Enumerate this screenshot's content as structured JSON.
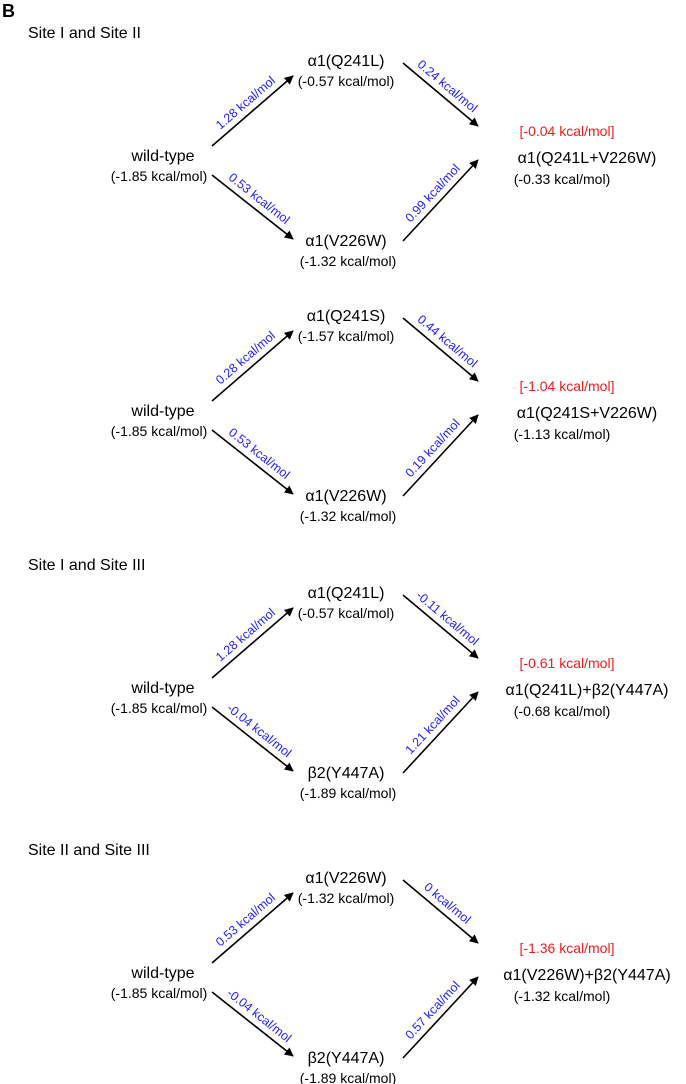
{
  "panel_letter": "B",
  "colors": {
    "edge_text": "#1f1fff",
    "coupling_text": "#ee1c1c",
    "arrow": "#000000",
    "text": "#000000"
  },
  "cycles": [
    {
      "header": "Site I and Site II",
      "start": {
        "name": "wild-type",
        "energy": "(-1.85 kcal/mol)"
      },
      "top": {
        "name": "α1(Q241L)",
        "energy": "(-0.57 kcal/mol)"
      },
      "bottom": {
        "name": "α1(V226W)",
        "energy": "(-1.32 kcal/mol)"
      },
      "end": {
        "name": "α1(Q241L+V226W)",
        "energy": "(-0.33 kcal/mol)",
        "coupling": "[-0.04 kcal/mol]"
      },
      "edges": {
        "start_top": "1.28 kcal/mol",
        "start_bottom": "0.53 kcal/mol",
        "top_end": "0.24 kcal/mol",
        "bottom_end": "0.99 kcal/mol"
      }
    },
    {
      "header": "",
      "start": {
        "name": "wild-type",
        "energy": "(-1.85 kcal/mol)"
      },
      "top": {
        "name": "α1(Q241S)",
        "energy": "(-1.57 kcal/mol)"
      },
      "bottom": {
        "name": "α1(V226W)",
        "energy": "(-1.32 kcal/mol)"
      },
      "end": {
        "name": "α1(Q241S+V226W)",
        "energy": "(-1.13 kcal/mol)",
        "coupling": "[-1.04 kcal/mol]"
      },
      "edges": {
        "start_top": "0.28 kcal/mol",
        "start_bottom": "0.53 kcal/mol",
        "top_end": "0.44 kcal/mol",
        "bottom_end": "0.19 kcal/mol"
      }
    },
    {
      "header": "Site I and Site III",
      "start": {
        "name": "wild-type",
        "energy": "(-1.85 kcal/mol)"
      },
      "top": {
        "name": "α1(Q241L)",
        "energy": "(-0.57 kcal/mol)"
      },
      "bottom": {
        "name": "β2(Y447A)",
        "energy": "(-1.89 kcal/mol)"
      },
      "end": {
        "name": "α1(Q241L)+β2(Y447A)",
        "energy": "(-0.68 kcal/mol)",
        "coupling": "[-0.61 kcal/mol]"
      },
      "edges": {
        "start_top": "1.28 kcal/mol",
        "start_bottom": "-0.04 kcal/mol",
        "top_end": "-0.11 kcal/mol",
        "bottom_end": "1.21 kcal/mol"
      }
    },
    {
      "header": "Site II and Site III",
      "start": {
        "name": "wild-type",
        "energy": "(-1.85 kcal/mol)"
      },
      "top": {
        "name": "α1(V226W)",
        "energy": "(-1.32 kcal/mol)"
      },
      "bottom": {
        "name": "β2(Y447A)",
        "energy": "(-1.89 kcal/mol)"
      },
      "end": {
        "name": "α1(V226W)+β2(Y447A)",
        "energy": "(-1.32 kcal/mol)",
        "coupling": "[-1.36 kcal/mol]"
      },
      "edges": {
        "start_top": "0.53 kcal/mol",
        "start_bottom": "-0.04 kcal/mol",
        "top_end": "0 kcal/mol",
        "bottom_end": "0.57 kcal/mol"
      }
    }
  ]
}
